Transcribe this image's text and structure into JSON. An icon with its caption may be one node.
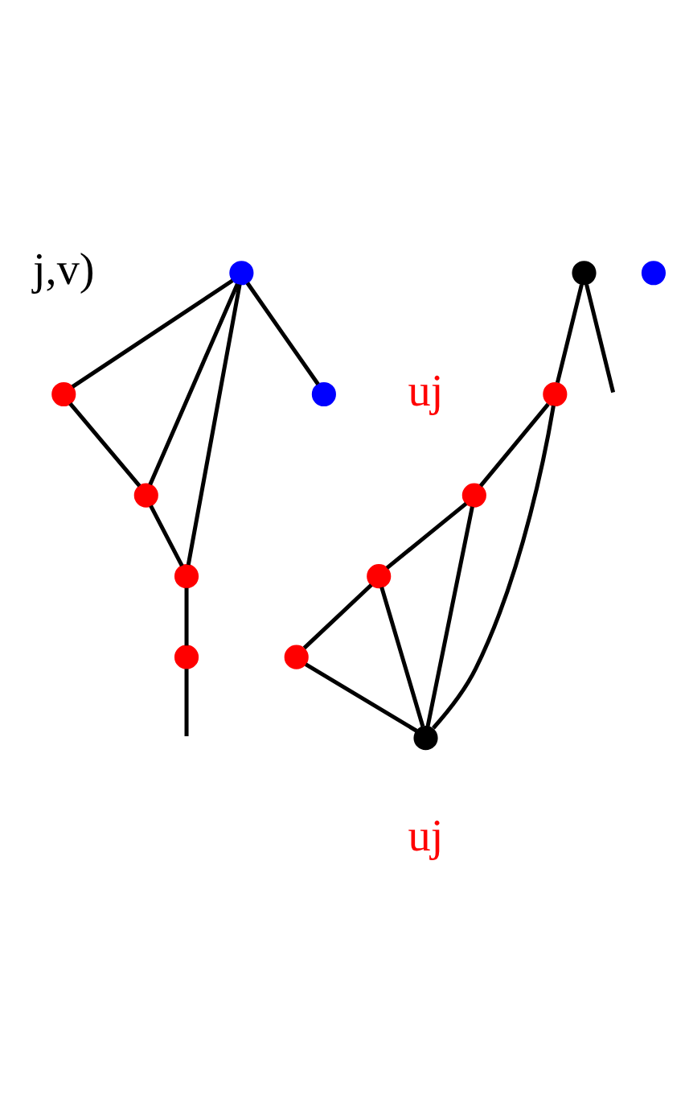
{
  "diagram": {
    "nodes": [
      {
        "text": [],
        "shape": "circle"
      },
      {
        "text": [],
        "shape": "circle"
      },
      {
        "text": [],
        "shape": "circle"
      },
      {
        "text": [],
        "shape": "circle"
      },
      {
        "text": [],
        "shape": "circle"
      },
      {
        "text": [],
        "shape": "circle"
      },
      {
        "text": [],
        "shape": "circle"
      },
      {
        "text": [],
        "shape": "circle"
      },
      {
        "text": [],
        "shape": "circle"
      },
      {
        "text": [],
        "shape": "circle"
      },
      {
        "text": [],
        "shape": "circle"
      },
      {
        "text": [],
        "shape": "circle"
      },
      {
        "text": [],
        "shape": "circle"
      }
    ],
    "edges": [
      {
        "from": 5,
        "to": 0,
        "arrow": "none"
      },
      {
        "from": 5,
        "to": 1,
        "arrow": "none"
      },
      {
        "from": 5,
        "to": 2,
        "arrow": "none"
      },
      {
        "from": 5,
        "to": 3,
        "arrow": "none"
      },
      {
        "from": 0,
        "to": 1,
        "arrow": "none"
      },
      {
        "from": 1,
        "to": 2,
        "arrow": "none"
      },
      {
        "from": 2,
        "to": 4,
        "arrow": "none"
      },
      {
        "from": 4,
        "to": null,
        "arrow": "none"
      },
      {
        "from": 6,
        "to": null,
        "arrow": "none"
      },
      {
        "from": 6,
        "to": 7,
        "arrow": "none"
      },
      {
        "from": 7,
        "to": 9,
        "arrow": "none"
      },
      {
        "from": 7,
        "to": 12,
        "arrow": "none"
      },
      {
        "from": 9,
        "to": 12,
        "arrow": "none"
      },
      {
        "from": 9,
        "to": 10,
        "arrow": "none"
      },
      {
        "from": 10,
        "to": 11,
        "arrow": "none"
      },
      {
        "from": 10,
        "to": 12,
        "arrow": "none"
      },
      {
        "from": 11,
        "to": 12,
        "arrow": "none"
      }
    ],
    "labels": [
      "j,v)",
      "uj",
      "uj"
    ]
  }
}
